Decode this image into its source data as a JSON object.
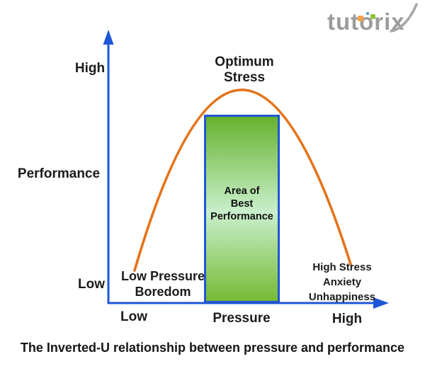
{
  "logo": {
    "text": "tutorix"
  },
  "diagram": {
    "y_axis": {
      "top_label": "High",
      "axis_label": "Performance",
      "bottom_label": "Low"
    },
    "x_axis": {
      "left_label": "Low",
      "axis_label": "Pressure",
      "right_label": "High"
    },
    "annotations": {
      "peak_line1": "Optimum",
      "peak_line2": "Stress",
      "left_line1": "Low Pressure",
      "left_line2": "Boredom",
      "right_line1": "High Stress",
      "right_line2": "Anxiety",
      "right_line3": "Unhappiness",
      "area_line1": "Area of",
      "area_line2": "Best",
      "area_line3": "Performance"
    },
    "curve": {
      "shape": "inverted-U",
      "meaning": "performance rises with pressure to an optimum, then falls"
    },
    "colors": {
      "axis_blue": "#1e56d6",
      "curve_orange": "#e4731a",
      "area_top_green": "#66b22c",
      "area_mid_green": "#c9efcc",
      "area_bottom_green": "#76ba34",
      "area_border_blue": "#1e56d6",
      "logo_gray": "#9c9c9c",
      "logo_dot_orange": "#f2a24c",
      "logo_dot_blue": "#4aa3c8",
      "logo_dot_green": "#8dc63f"
    }
  },
  "caption": "The Inverted-U relationship between pressure and performance"
}
